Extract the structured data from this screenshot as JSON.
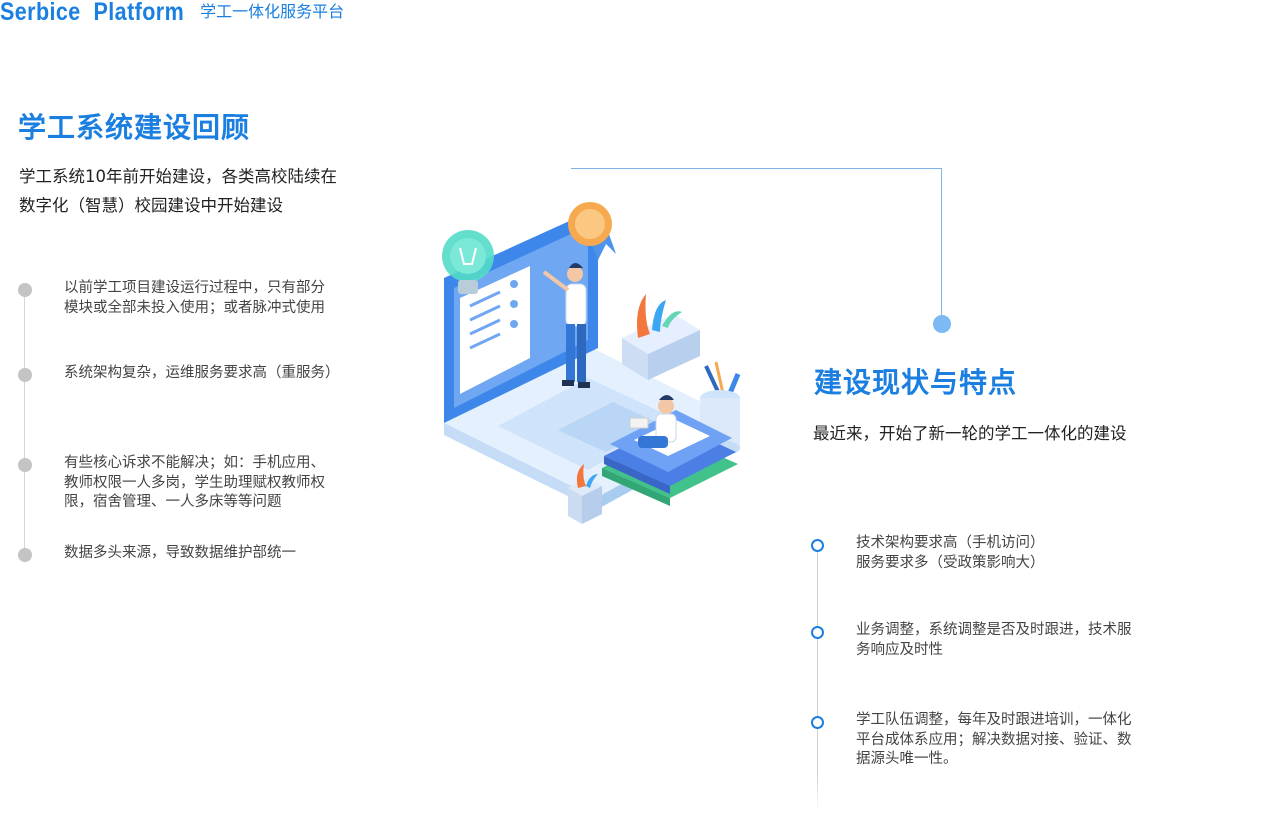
{
  "brand": {
    "english": "Serbice  Platform",
    "chinese": "学工一体化服务平台"
  },
  "review": {
    "title": "学工系统建设回顾",
    "desc_line1": "学工系统10年前开始建设，各类高校陆续在",
    "desc_line2": "数字化（智慧）校园建设中开始建设",
    "items": [
      {
        "line1": "以前学工项目建设运行过程中，只有部分",
        "line2": "模块或全部未投入使用；或者脉冲式使用",
        "line3": ""
      },
      {
        "line1": "系统架构复杂，运维服务要求高（重服务）",
        "line2": "",
        "line3": ""
      },
      {
        "line1": "有些核心诉求不能解决；如：手机应用、",
        "line2": "教师权限一人多岗，学生助理赋权教师权",
        "line3": "限，宿舍管理、一人多床等等问题"
      },
      {
        "line1": "数据多头来源，导致数据维护部统一",
        "line2": "",
        "line3": ""
      }
    ]
  },
  "status": {
    "title": "建设现状与特点",
    "desc": "最近来，开始了新一轮的学工一体化的建设",
    "items": [
      {
        "line1": "技术架构要求高（手机访问）",
        "line2": "服务要求多（受政策影响大）",
        "line3": ""
      },
      {
        "line1": "业务调整，系统调整是否及时跟进，技术服",
        "line2": "务响应及时性",
        "line3": ""
      },
      {
        "line1": "学工队伍调整，每年及时跟进培训，一体化",
        "line2": "平台成体系应用；解决数据对接、验证、数",
        "line3": "据源头唯一性。"
      }
    ]
  },
  "colors": {
    "accent": "#1a7fe0",
    "connector": "#7fb3ea",
    "dot_grey": "#c4c4c4"
  },
  "illustration": {
    "icons": [
      "laptop-icon",
      "lightbulb-icon",
      "medal-icon",
      "books-icon",
      "pencil-cup-icon",
      "plant-icon"
    ]
  }
}
